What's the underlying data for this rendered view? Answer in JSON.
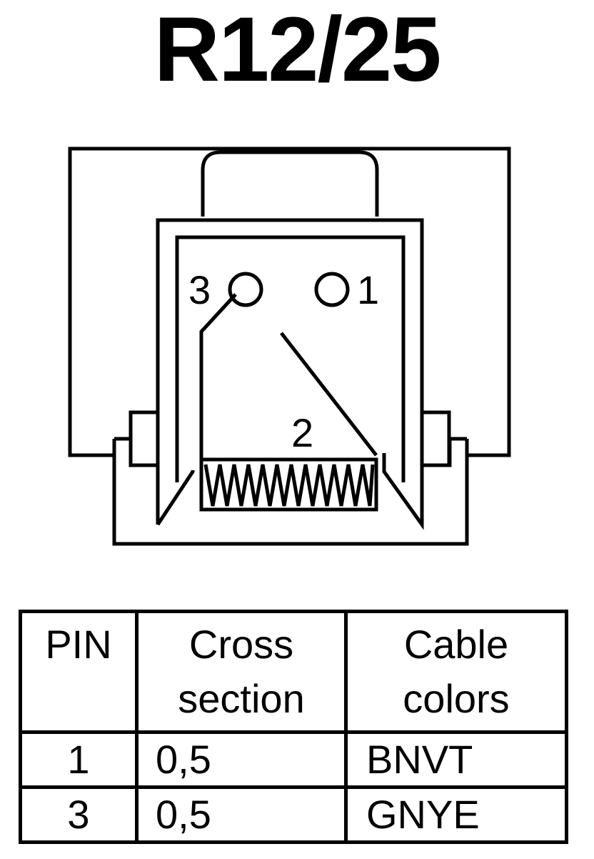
{
  "title": "R12/25",
  "diagram": {
    "pin_labels": {
      "pin1": "1",
      "pin2": "2",
      "pin3": "3"
    }
  },
  "table": {
    "headers": {
      "pin": "PIN",
      "cross_line1": "Cross",
      "cross_line2": "section",
      "colors_line1": "Cable",
      "colors_line2": "colors"
    },
    "rows": [
      {
        "pin": "1",
        "cross_section": "0,5",
        "cable_colors": "BNVT"
      },
      {
        "pin": "3",
        "cross_section": "0,5",
        "cable_colors": "GNYE"
      }
    ]
  }
}
